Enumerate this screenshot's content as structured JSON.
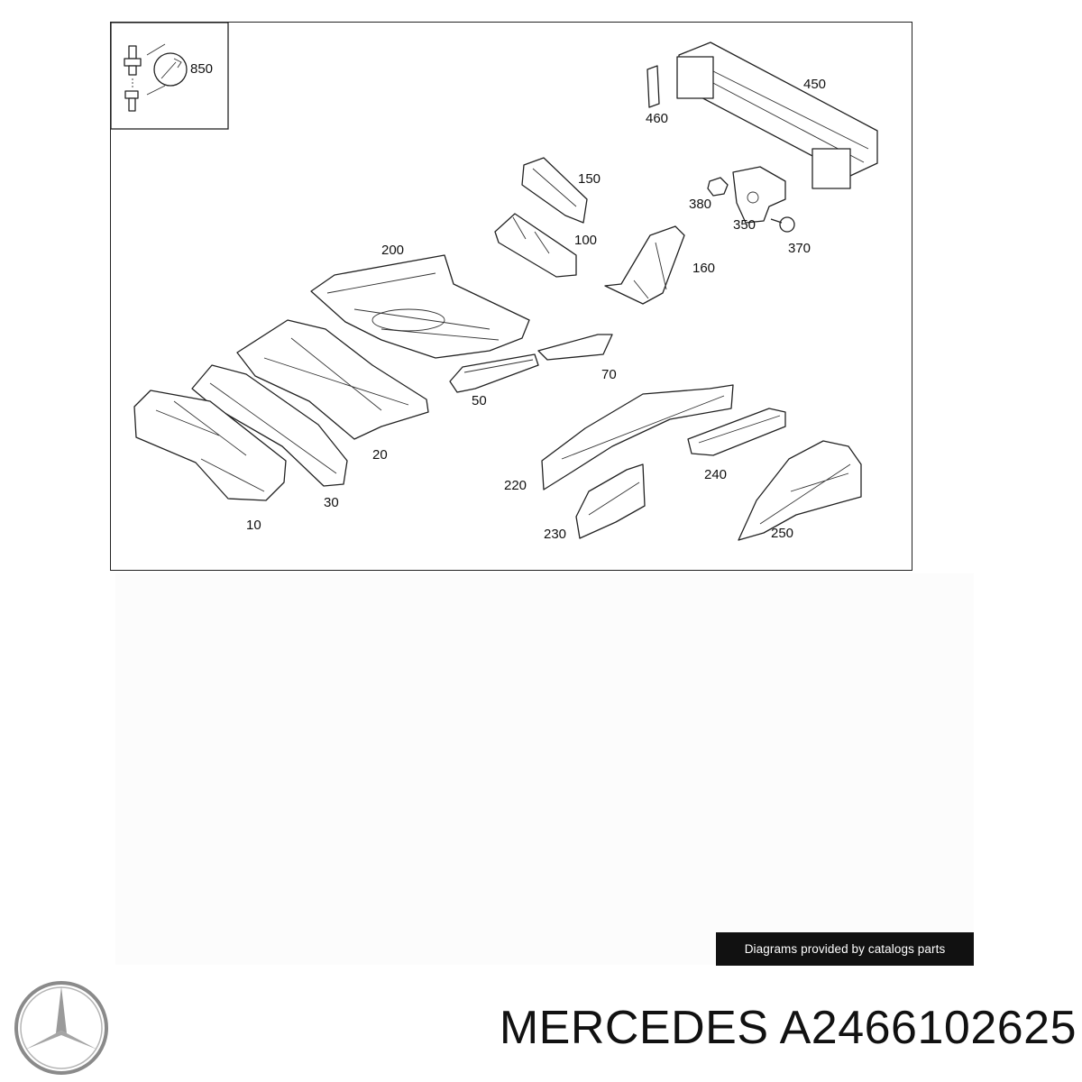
{
  "diagram": {
    "callouts": [
      {
        "id": "c850",
        "label": "850"
      },
      {
        "id": "c450",
        "label": "450"
      },
      {
        "id": "c460",
        "label": "460"
      },
      {
        "id": "c150",
        "label": "150"
      },
      {
        "id": "c380",
        "label": "380"
      },
      {
        "id": "c350",
        "label": "350"
      },
      {
        "id": "c370",
        "label": "370"
      },
      {
        "id": "c200",
        "label": "200"
      },
      {
        "id": "c100",
        "label": "100"
      },
      {
        "id": "c160",
        "label": "160"
      },
      {
        "id": "c70",
        "label": "70"
      },
      {
        "id": "c50",
        "label": "50"
      },
      {
        "id": "c20",
        "label": "20"
      },
      {
        "id": "c30",
        "label": "30"
      },
      {
        "id": "c10",
        "label": "10"
      },
      {
        "id": "c220",
        "label": "220"
      },
      {
        "id": "c240",
        "label": "240"
      },
      {
        "id": "c230",
        "label": "230"
      },
      {
        "id": "c250",
        "label": "250"
      }
    ]
  },
  "credit": "Diagrams provided by catalogs parts",
  "brand": "MERCEDES",
  "part_number": "A2466102625",
  "colors": {
    "line": "#222222",
    "banner_bg": "#111111",
    "banner_text": "#ffffff",
    "logo": "#8a8a8a"
  }
}
